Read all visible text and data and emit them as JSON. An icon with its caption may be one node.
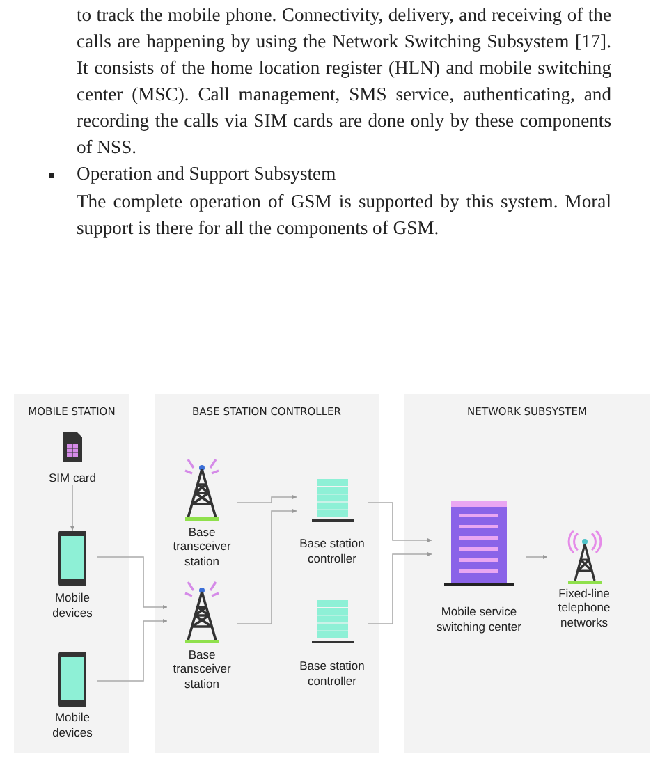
{
  "diagram": {
    "nodes": [
      {
        "text": [
          "MOBILE STATION"
        ]
      },
      {
        "text": [
          "BASE STATION CONTROLLER"
        ]
      },
      {
        "text": [
          "NETWORK SUBSYSTEM"
        ]
      },
      {
        "text": [
          "SIM card"
        ],
        "in": 0
      },
      {
        "text": [
          "Mobile devices"
        ],
        "in": 0
      },
      {
        "text": [
          "Mobile devices"
        ],
        "in": 0
      },
      {
        "text": [
          "Base transceiver station"
        ],
        "in": 1
      },
      {
        "text": [
          "Base transceiver station"
        ],
        "in": 1
      },
      {
        "text": [
          "Base station controller"
        ],
        "in": 1
      },
      {
        "text": [
          "Base station controller"
        ],
        "in": 1
      },
      {
        "text": [
          "Mobile service switching center"
        ],
        "in": 2
      },
      {
        "text": [
          "Fixed-line telephone networks"
        ],
        "in": 2
      }
    ],
    "edges": [
      {
        "from": 3,
        "to": 4,
        "arrow": "to"
      },
      {
        "from": 4,
        "to": 7,
        "arrow": "to"
      },
      {
        "from": 5,
        "to": 7,
        "arrow": "to"
      },
      {
        "from": 6,
        "to": 8,
        "arrow": "to"
      },
      {
        "from": 7,
        "to": 8,
        "arrow": "to"
      },
      {
        "from": 8,
        "to": 10,
        "arrow": "to"
      },
      {
        "from": 9,
        "to": 10,
        "arrow": "to"
      },
      {
        "from": 10,
        "to": 11,
        "arrow": "to"
      }
    ],
    "labels": [
      "to track the mobile phone. Connectivity, delivery, and receiving of the calls are happening by using the Network Switching Subsystem [17]. It consists of the home location register (HLN) and mobile switching center (MSC). Call management, SMS service, authenticating, and recording the calls via SIM cards are done only by these components of NSS.",
      "Operation and Support Subsystem",
      "The complete operation of GSM is supported by this system. Moral support is there for all the components of GSM."
    ]
  }
}
